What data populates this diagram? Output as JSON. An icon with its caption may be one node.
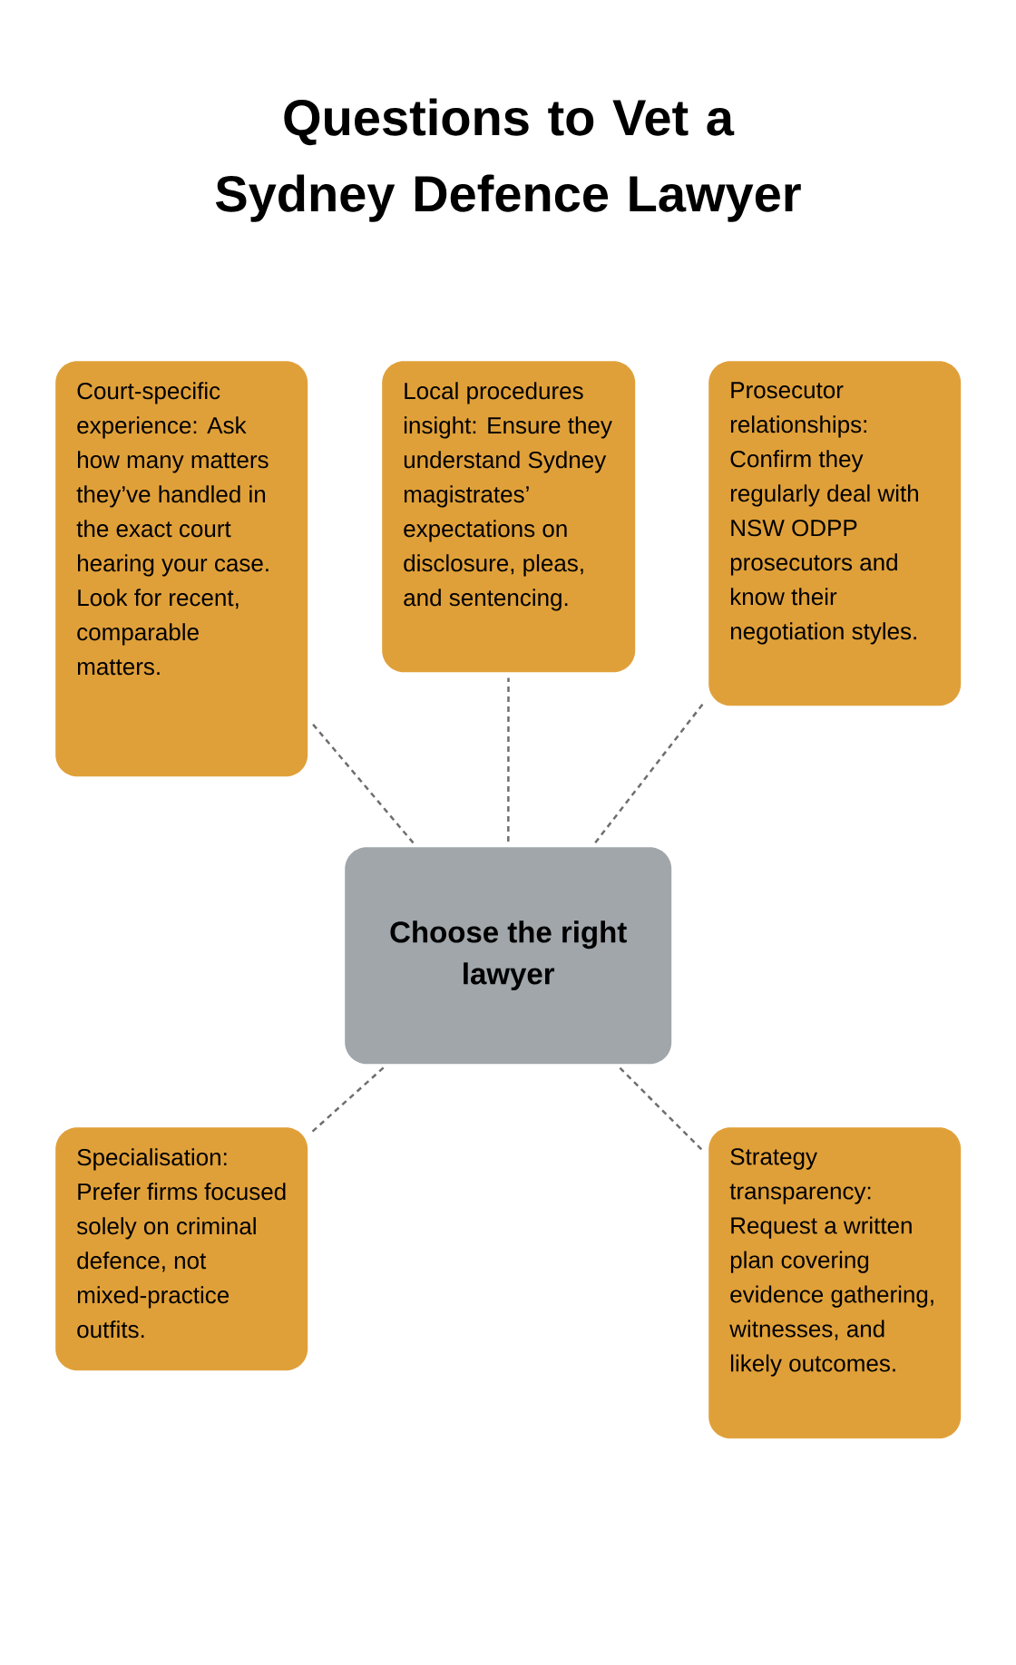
{
  "diagram": {
    "title": "Questions to Vet a Sydney Defence Lawyer",
    "nodes": [
      {
        "text": [
          "Court-specific experience: Ask how many matters they’ve handled in the exact court hearing your case. Look for recent, comparable matters."
        ]
      },
      {
        "text": [
          "Local procedures insight: Ensure they understand Sydney magistrates’ expectations on disclosure, pleas, and sentencing."
        ]
      },
      {
        "text": [
          "Prosecutor relationships: Confirm they regularly deal with NSW ODPP prosecutors and know their negotiation styles."
        ]
      },
      {
        "text": [
          "Choose the right lawyer"
        ]
      },
      {
        "text": [
          "Specialisation: Prefer firms focused solely on criminal defence, not mixed-practice outfits."
        ]
      },
      {
        "text": [
          "Strategy transparency: Request a written plan covering evidence gathering, witnesses, and likely outcomes."
        ]
      }
    ],
    "edges": [
      {
        "from": 3,
        "to": 0,
        "arrow": "none",
        "style": "dashed"
      },
      {
        "from": 3,
        "to": 1,
        "arrow": "none",
        "style": "dashed"
      },
      {
        "from": 3,
        "to": 2,
        "arrow": "none",
        "style": "dashed"
      },
      {
        "from": 3,
        "to": 4,
        "arrow": "none",
        "style": "dashed"
      },
      {
        "from": 3,
        "to": 5,
        "arrow": "none",
        "style": "dashed"
      }
    ]
  }
}
